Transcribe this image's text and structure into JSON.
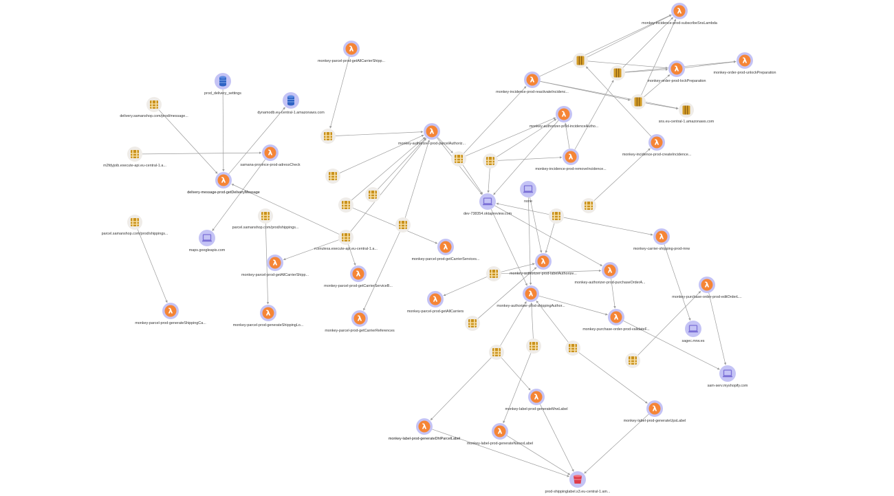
{
  "colors": {
    "lambda_fill": "#f58536",
    "lambda_halo": "#c4c3f5",
    "gateway_fill": "#c9911a",
    "gateway_halo": "#efece8",
    "sqs_fill": "#d39c28",
    "sqs_halo": "#efece8",
    "dynamo_fill": "#2f63c4",
    "dynamo_halo": "#c4c3f5",
    "client_fill": "#7a6fd6",
    "client_halo": "#c4c3f5",
    "bucket_fill": "#dd3b4a",
    "bucket_halo": "#c4c3f5",
    "edge": "#9a9a9a"
  },
  "nodes": [
    {
      "id": "n1",
      "type": "lambda",
      "label": "monkey-incidence-prod-subscribeSnsLambda"
    },
    {
      "id": "n2",
      "type": "sqs",
      "label": ""
    },
    {
      "id": "n3",
      "type": "sqs",
      "label": ""
    },
    {
      "id": "n4",
      "type": "lambda",
      "label": "monkey-order-prod-lockPreparation"
    },
    {
      "id": "n5",
      "type": "lambda",
      "label": "monkey-order-prod-unlockPreparation"
    },
    {
      "id": "n6",
      "type": "lambda",
      "label": "monkey-incidence-prod-reactivateIncidenc..."
    },
    {
      "id": "n7",
      "type": "sqs",
      "label": ""
    },
    {
      "id": "n8",
      "type": "sqs",
      "label": "sns.eu-central-1.amazonaws.com"
    },
    {
      "id": "n9",
      "type": "lambda",
      "label": "monkey-authorizer-prod-incidenceAutho..."
    },
    {
      "id": "n10",
      "type": "lambda",
      "label": "monkey-incidence-prod-createIncidence..."
    },
    {
      "id": "n11",
      "type": "lambda",
      "label": "monkey-incidence-prod-removeIncidence..."
    },
    {
      "id": "n12",
      "type": "lambda",
      "label": "monkey-parcel-prod-getAllCarrierShipp..."
    },
    {
      "id": "n13",
      "type": "dynamo",
      "label": "prod_delivery_settings"
    },
    {
      "id": "n14",
      "type": "dynamo",
      "label": "dynamodb.eu-central-1.amazonaws.com"
    },
    {
      "id": "n15",
      "type": "gateway",
      "label": "delivery.samanshop.com/prod/message..."
    },
    {
      "id": "n16",
      "type": "gateway",
      "label": "m2fdyjoib.execute-api.eu-central-1.a..."
    },
    {
      "id": "n17",
      "type": "lambda",
      "label": "samana-province-prod-adressCheck"
    },
    {
      "id": "n18",
      "type": "lambda",
      "label": "delivery-message-prod-getDeliveryMessage"
    },
    {
      "id": "n19",
      "type": "gateway",
      "label": ""
    },
    {
      "id": "n20",
      "type": "lambda",
      "label": "monkey-authorizer-prod-parcelAuthoriz..."
    },
    {
      "id": "n21",
      "type": "gateway",
      "label": ""
    },
    {
      "id": "n22",
      "type": "gateway",
      "label": ""
    },
    {
      "id": "n23",
      "type": "gateway",
      "label": ""
    },
    {
      "id": "n24",
      "type": "gateway",
      "label": ""
    },
    {
      "id": "n25",
      "type": "client",
      "label": "dev-738354.oktapreview.com"
    },
    {
      "id": "n26",
      "type": "client",
      "label": "none"
    },
    {
      "id": "n27",
      "type": "gateway",
      "label": ""
    },
    {
      "id": "n28",
      "type": "gateway",
      "label": ""
    },
    {
      "id": "n29",
      "type": "gateway",
      "label": "parcel.samanshop.com/prod/shippings..."
    },
    {
      "id": "n30",
      "type": "gateway",
      "label": "parcel.samanshop.com/prod/shippings..."
    },
    {
      "id": "n31",
      "type": "client",
      "label": "maps.googleapis.com"
    },
    {
      "id": "n32",
      "type": "gateway",
      "label": ""
    },
    {
      "id": "n33",
      "type": "gateway",
      "label": "rcxnulexa.execute-api.eu-central-1.a..."
    },
    {
      "id": "n34",
      "type": "lambda",
      "label": "monkey-parcel-prod-getAllCarrierShipp..."
    },
    {
      "id": "n35",
      "type": "lambda",
      "label": "monkey-parcel-prod-getCarrierServices..."
    },
    {
      "id": "n36",
      "type": "lambda",
      "label": "monkey-parcel-prod-generateShippingCa..."
    },
    {
      "id": "n37",
      "type": "lambda",
      "label": "monkey-parcel-prod-generateShippingLo..."
    },
    {
      "id": "n38",
      "type": "lambda",
      "label": "monkey-parcel-prod-getCarrierServiceB..."
    },
    {
      "id": "n39",
      "type": "lambda",
      "label": "monkey-parcel-prod-getAllCarriers"
    },
    {
      "id": "n40",
      "type": "lambda",
      "label": "monkey-parcel-prod-getCarrierReferences"
    },
    {
      "id": "n41",
      "type": "gateway",
      "label": ""
    },
    {
      "id": "n42",
      "type": "lambda",
      "label": "monkey-carrier-shipping-prod-mrw"
    },
    {
      "id": "n43",
      "type": "gateway",
      "label": ""
    },
    {
      "id": "n44",
      "type": "lambda",
      "label": "monkey-authorizer-prod-labelAuthorize..."
    },
    {
      "id": "n45",
      "type": "lambda",
      "label": "monkey-authorizer-prod-purchaseOrderA..."
    },
    {
      "id": "n46",
      "type": "lambda",
      "label": "monkey-authorizer-prod-shippingAuthor..."
    },
    {
      "id": "n47",
      "type": "lambda",
      "label": "monkey-purchase-order-prod-editOrderL..."
    },
    {
      "id": "n48",
      "type": "gateway",
      "label": ""
    },
    {
      "id": "n49",
      "type": "lambda",
      "label": "monkey-purchase-order-prod-validateF..."
    },
    {
      "id": "n50",
      "type": "client",
      "label": "sagec.mrw.es"
    },
    {
      "id": "n51",
      "type": "gateway",
      "label": ""
    },
    {
      "id": "n52",
      "type": "gateway",
      "label": ""
    },
    {
      "id": "n53",
      "type": "gateway",
      "label": ""
    },
    {
      "id": "n54",
      "type": "gateway",
      "label": ""
    },
    {
      "id": "n55",
      "type": "client",
      "label": "sam-serv.myshopify.com"
    },
    {
      "id": "n56",
      "type": "lambda",
      "label": "monkey-label-prod-generateMrwLabel"
    },
    {
      "id": "n57",
      "type": "lambda",
      "label": "monkey-label-prod-generateUpsLabel"
    },
    {
      "id": "n58",
      "type": "lambda",
      "label": "monkey-label-prod-generateDhlParcelLabel"
    },
    {
      "id": "n59",
      "type": "lambda",
      "label": "monkey-label-prod-generateNacexLabel"
    },
    {
      "id": "n60",
      "type": "bucket",
      "label": "prod-shippinglabel.s3.eu-central-1.am..."
    }
  ]
}
